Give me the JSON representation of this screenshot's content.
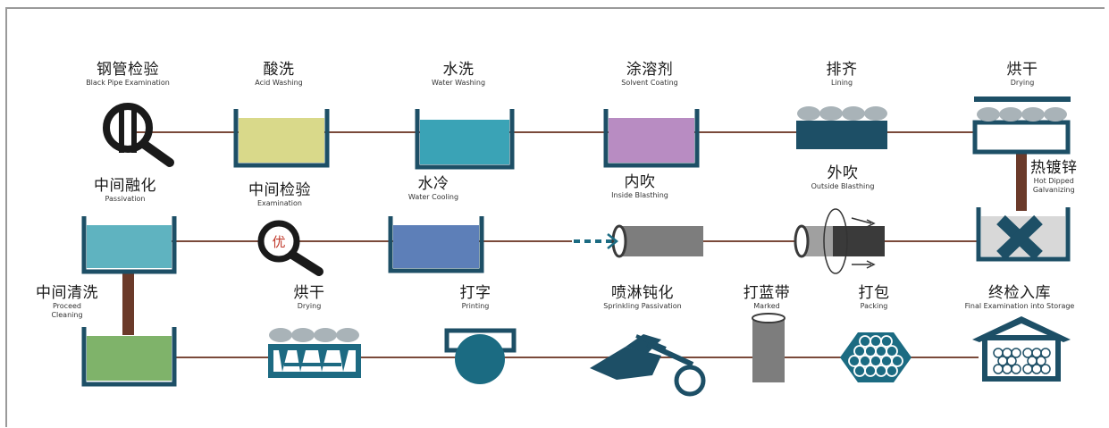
{
  "colors": {
    "line": "#7a4a3a",
    "teal": "#1b6b82",
    "teal_dark": "#1d4f66",
    "yellow_fill": "#d9d98a",
    "water_fill": "#3aa3b6",
    "purple_fill": "#b88cc2",
    "passivation_fill": "#5fb3c0",
    "cooling_fill": "#5d7fb8",
    "green_fill": "#7fb36a",
    "grey": "#7d7d7d",
    "pipe_dark": "#3a3a3a",
    "pipe_light": "#a0a0a0",
    "brown": "#6b3a2a",
    "red": "#c0392b"
  },
  "steps": {
    "black_pipe": {
      "cn": "钢管检验",
      "en": "Black Pipe Examination"
    },
    "acid": {
      "cn": "酸洗",
      "en": "Acid Washing"
    },
    "water_wash": {
      "cn": "水洗",
      "en": "Water Washing"
    },
    "solvent": {
      "cn": "涂溶剂",
      "en": "Solvent Coating"
    },
    "lining": {
      "cn": "排齐",
      "en": "Lining"
    },
    "drying_top": {
      "cn": "烘干",
      "en": "Drying"
    },
    "galvanizing": {
      "cn": "热镀锌",
      "en1": "Hot Dipped",
      "en2": "Galvanizing"
    },
    "outside_blow": {
      "cn": "外吹",
      "en": "Outside Blasthing"
    },
    "inside_blow": {
      "cn": "内吹",
      "en": "Inside Blasthing"
    },
    "water_cool": {
      "cn": "水冷",
      "en": "Water Cooling"
    },
    "mid_exam": {
      "cn": "中间检验",
      "en": "Examination"
    },
    "mid_passivation": {
      "cn": "中间融化",
      "en": "Passivation"
    },
    "mid_cleaning": {
      "cn": "中间清洗",
      "en1": "Proceed",
      "en2": "Cleaning"
    },
    "drying_bottom": {
      "cn": "烘干",
      "en": "Drying"
    },
    "printing": {
      "cn": "打字",
      "en": "Printing"
    },
    "sprinkling": {
      "cn": "喷淋钝化",
      "en": "Sprinkling Passivation"
    },
    "marked": {
      "cn": "打蓝带",
      "en": "Marked"
    },
    "packing": {
      "cn": "打包",
      "en": "Packing"
    },
    "storage": {
      "cn": "终检入库",
      "en": "Final Examination into Storage"
    }
  },
  "icons": {
    "magnifier_badge": "优"
  }
}
